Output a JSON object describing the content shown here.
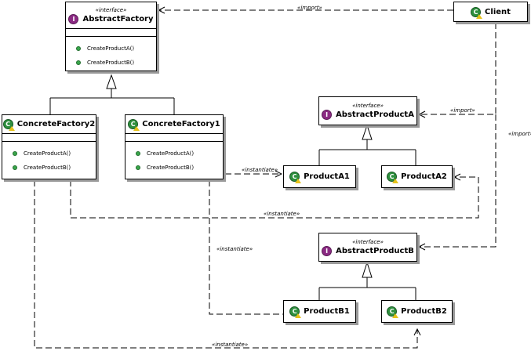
{
  "classes": {
    "abstract_factory": {
      "stereotype": "«interface»",
      "name": "AbstractFactory",
      "icon": "interface-icon",
      "ops": [
        "CreateProductA()",
        "CreateProductB()"
      ]
    },
    "client": {
      "name": "Client",
      "icon": "class-icon"
    },
    "concrete_factory2": {
      "name": "ConcreteFactory2",
      "icon": "class-icon",
      "ops": [
        "CreateProductA()",
        "CreateProductB()"
      ]
    },
    "concrete_factory1": {
      "name": "ConcreteFactory1",
      "icon": "class-icon",
      "ops": [
        "CreateProductA()",
        "CreateProductB()"
      ]
    },
    "abstract_product_a": {
      "stereotype": "«interface»",
      "name": "AbstractProductA",
      "icon": "interface-icon"
    },
    "product_a1": {
      "name": "ProductA1",
      "icon": "class-icon"
    },
    "product_a2": {
      "name": "ProductA2",
      "icon": "class-icon"
    },
    "abstract_product_b": {
      "stereotype": "«interface»",
      "name": "AbstractProductB",
      "icon": "interface-icon"
    },
    "product_b1": {
      "name": "ProductB1",
      "icon": "class-icon"
    },
    "product_b2": {
      "name": "ProductB2",
      "icon": "class-icon"
    }
  },
  "labels": {
    "import_factory": "«import»",
    "import_product_a": "«import»",
    "import_product_b": "«import»",
    "instantiate_a1": "«instantiate»",
    "instantiate_a2": "«instantiate»",
    "instantiate_b1": "«instantiate»",
    "instantiate_b2": "«instantiate»"
  },
  "colors": {
    "interface_icon": "#8b2a83",
    "class_icon": "#2e8f3e",
    "operation_dot": "#3aa64c",
    "shadow": "#9a9a9a"
  }
}
